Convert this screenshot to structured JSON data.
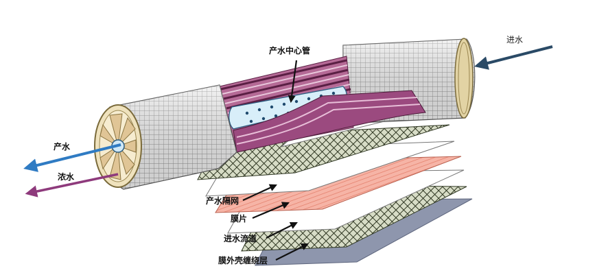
{
  "labels": {
    "center_tube": "产水中心管",
    "feed_in": "进水",
    "product_out": "产水",
    "concentrate_out": "浓水",
    "permeate_spacer": "产水隔网",
    "membrane": "膜片",
    "feed_channel": "进水流道",
    "outer_wrap": "膜外壳缠绕层"
  },
  "colors": {
    "shell": "#e9e9e9",
    "mesh": "#8c8c8c",
    "envelope": "#8c3a6c",
    "tube": "#d8eef9",
    "product_arrow": "#2f7bc3",
    "concentrate_arrow": "#8e3a7c",
    "feed_arrow": "#2a4a66",
    "membrane_sheet": "#f2a08f",
    "spacer_net": "#3f4a2c",
    "outer_wrap": "#8e96ad"
  }
}
